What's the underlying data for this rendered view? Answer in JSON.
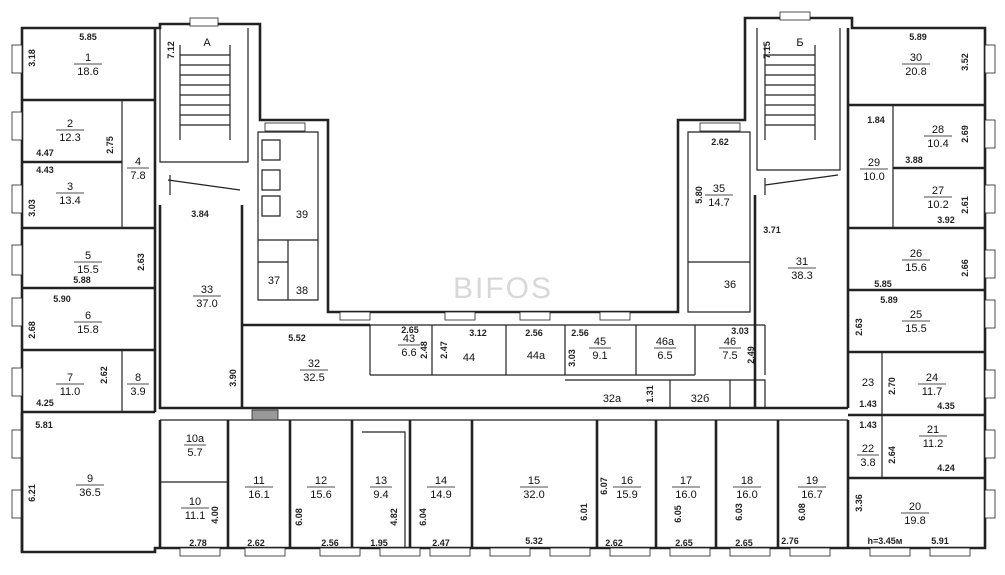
{
  "watermark": "BIFOS",
  "stairs": [
    {
      "letter": "А",
      "dim": "7.12"
    },
    {
      "letter": "Б",
      "dim": "7.15"
    }
  ],
  "height_note": "h=3.45м",
  "rooms": [
    {
      "n": "1",
      "a": "18.6"
    },
    {
      "n": "2",
      "a": "12.3"
    },
    {
      "n": "3",
      "a": "13.4"
    },
    {
      "n": "4",
      "a": "7.8"
    },
    {
      "n": "5",
      "a": "15.5"
    },
    {
      "n": "6",
      "a": "15.8"
    },
    {
      "n": "7",
      "a": "11.0"
    },
    {
      "n": "8",
      "a": "3.9"
    },
    {
      "n": "9",
      "a": "36.5"
    },
    {
      "n": "10a",
      "a": "5.7"
    },
    {
      "n": "10",
      "a": "11.1"
    },
    {
      "n": "11",
      "a": "16.1"
    },
    {
      "n": "12",
      "a": "15.6"
    },
    {
      "n": "13",
      "a": "9.4"
    },
    {
      "n": "14",
      "a": "14.9"
    },
    {
      "n": "15",
      "a": "32.0"
    },
    {
      "n": "16",
      "a": "15.9"
    },
    {
      "n": "17",
      "a": "16.0"
    },
    {
      "n": "18",
      "a": "16.0"
    },
    {
      "n": "19",
      "a": "16.7"
    },
    {
      "n": "20",
      "a": "19.8"
    },
    {
      "n": "21",
      "a": "11.2"
    },
    {
      "n": "22",
      "a": "3.8"
    },
    {
      "n": "23",
      "a": ""
    },
    {
      "n": "24",
      "a": "11.7"
    },
    {
      "n": "25",
      "a": "15.5"
    },
    {
      "n": "26",
      "a": "15.6"
    },
    {
      "n": "27",
      "a": "10.2"
    },
    {
      "n": "28",
      "a": "10.4"
    },
    {
      "n": "29",
      "a": "10.0"
    },
    {
      "n": "30",
      "a": "20.8"
    },
    {
      "n": "31",
      "a": "38.3"
    },
    {
      "n": "32",
      "a": "32.5"
    },
    {
      "n": "32a",
      "a": ""
    },
    {
      "n": "32б",
      "a": ""
    },
    {
      "n": "33",
      "a": "37.0"
    },
    {
      "n": "35",
      "a": "14.7"
    },
    {
      "n": "36",
      "a": ""
    },
    {
      "n": "37",
      "a": ""
    },
    {
      "n": "38",
      "a": ""
    },
    {
      "n": "39",
      "a": ""
    },
    {
      "n": "43",
      "a": "6.6"
    },
    {
      "n": "44",
      "a": ""
    },
    {
      "n": "44a",
      "a": ""
    },
    {
      "n": "45",
      "a": "9.1"
    },
    {
      "n": "46a",
      "a": "6.5"
    },
    {
      "n": "46",
      "a": "7.5"
    }
  ],
  "dims": [
    "5.85",
    "3.18",
    "4.47",
    "2.75",
    "4.43",
    "3.03",
    "2.63",
    "5.88",
    "5.90",
    "2.68",
    "2.62",
    "4.25",
    "5.81",
    "6.21",
    "3.84",
    "3.90",
    "5.52",
    "2.65",
    "2.48",
    "3.12",
    "2.47",
    "2.56",
    "3.03",
    "2.56",
    "1.31",
    "3.03",
    "2.49",
    "2.62",
    "5.80",
    "3.71",
    "5.89",
    "3.52",
    "1.84",
    "2.69",
    "3.88",
    "3.92",
    "2.61",
    "5.85",
    "2.66",
    "5.89",
    "2.63",
    "2.70",
    "1.43",
    "4.35",
    "1.43",
    "2.64",
    "4.24",
    "3.36",
    "5.91",
    "4.00",
    "2.78",
    "2.62",
    "6.08",
    "2.56",
    "4.82",
    "1.95",
    "6.04",
    "2.47",
    "5.32",
    "6.01",
    "6.07",
    "2.62",
    "6.05",
    "2.65",
    "6.03",
    "2.65",
    "6.08",
    "2.76"
  ]
}
